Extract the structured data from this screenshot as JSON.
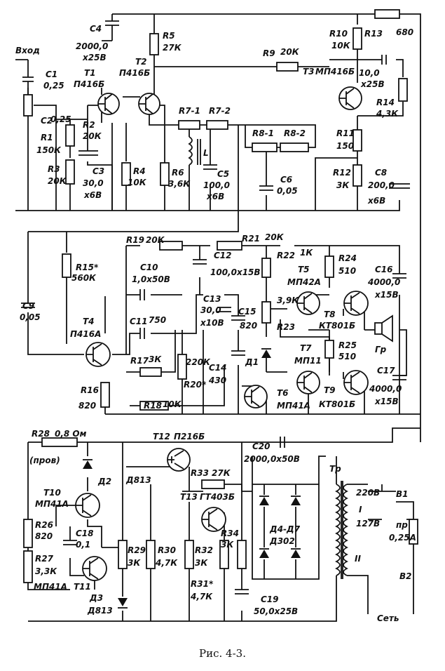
{
  "caption": "Рис. 4-3.",
  "labels": {
    "input": "Вход",
    "c4": "C4",
    "c4v": "2000,0",
    "c4v2": "x25В",
    "r5": "R5",
    "r5v": "27К",
    "c1": "C1",
    "c1v": "0,25",
    "t1": "T1",
    "t1v": "П416Б",
    "t2": "T2",
    "t2v": "П416Б",
    "c2": "C2",
    "c2v": "0,25",
    "r1": "R1",
    "r1v": "150К",
    "r2": "R2",
    "r2v": "20К",
    "r3": "R3",
    "r3v": "20К",
    "c3": "C3",
    "c3v": "30,0",
    "c3v2": "x6В",
    "r4": "R4",
    "r4v": "10К",
    "r6": "R6",
    "r6v": "3,6К",
    "l": "L",
    "c5": "C5",
    "c5v": "100,0",
    "c5v2": "x6В",
    "r71": "R7-1",
    "r72": "R7-2",
    "r81": "R8-1",
    "r82": "R8-2",
    "c6": "C6",
    "c6v": "0,05",
    "r9": "R9",
    "r9v": "20К",
    "r10": "R10",
    "r10v": "10К",
    "r13": "R13",
    "r13v": "680",
    "t3": "T3",
    "t3v": "МП416Б",
    "c7v": "10,0",
    "c7v2": "x25В",
    "r14": "R14",
    "r14v": "4,3К",
    "r11": "R11",
    "r11v": "150",
    "r12": "R12",
    "r12v": "3К",
    "c8": "C8",
    "c8v": "200,0",
    "c8v2": "x6В",
    "r19": "R19",
    "r19v": "20К",
    "r21": "R21",
    "r21v": "20К",
    "c12": "C12",
    "c12v": "100,0x15В",
    "r15": "R15*",
    "r15v": "560К",
    "c9": "C9",
    "c9v": "0,05",
    "t4": "T4",
    "t4v": "П416А",
    "c10": "C10",
    "c10v": "1,0x50В",
    "c11": "C11",
    "c11v": "750",
    "r17": "R17",
    "r17v": "3К",
    "r16": "R16",
    "r16v": "820",
    "r18": "R18",
    "r18v": "10К",
    "r20": "R20*",
    "r20v": "220К",
    "c13": "C13",
    "c13v": "30,0",
    "c13v2": "x10В",
    "c14": "C14",
    "c14v": "430",
    "c15": "C15",
    "c15v": "820",
    "d1": "Д1",
    "r22": "R22",
    "r22v": "1К",
    "r23": "R23",
    "r23v": "3,9К",
    "t5": "T5",
    "t5v": "МП42А",
    "t6": "T6",
    "t6v": "МП41А",
    "t7": "T7",
    "t7v": "МП11",
    "r24": "R24",
    "r24v": "510",
    "r25": "R25",
    "r25v": "510",
    "t8": "T8",
    "t8v": "КТ801Б",
    "t9": "T9",
    "t9v": "КТ801Б",
    "c16": "C16",
    "c16v": "4000,0",
    "c16v2": "x15В",
    "c17": "C17",
    "c17v": "4000,0",
    "c17v2": "x15В",
    "gr": "Гр",
    "r28": "R28",
    "r28v": "0,8 Ом",
    "r28v2": "(пров)",
    "t12a": "T12",
    "t12av": "П216Б",
    "c20": "C20",
    "c20v": "2000,0x50В",
    "tr": "Тр",
    "d2": "Д2",
    "d813a": "Д813",
    "t10": "T10",
    "t10v": "МП41А",
    "r33": "R33",
    "r33v": "27К",
    "t13": "T13",
    "t13v": "ГТ403Б",
    "d47": "Д4-Д7",
    "d302": "Д302",
    "v220": "220В",
    "v127": "127В",
    "w1": "I",
    "w2": "II",
    "b1": "В1",
    "b2": "В2",
    "fuse": "пр",
    "fusev": "0,25А",
    "net": "Сеть",
    "r26": "R26",
    "r26v": "820",
    "c18": "C18",
    "c18v": "0,1",
    "r27": "R27",
    "r27v": "3,3К",
    "t11": "T11",
    "t11v": "МП41А",
    "d3": "Д3",
    "d3v": "Д813",
    "r29": "R29",
    "r29v": "3К",
    "r30": "R30",
    "r30v": "4,7К",
    "r32": "R32",
    "r32v": "3К",
    "r31": "R31*",
    "r31v": "4,7К",
    "r34": "R34",
    "r34v": "3К",
    "c19": "C19",
    "c19v": "50,0x25В"
  }
}
